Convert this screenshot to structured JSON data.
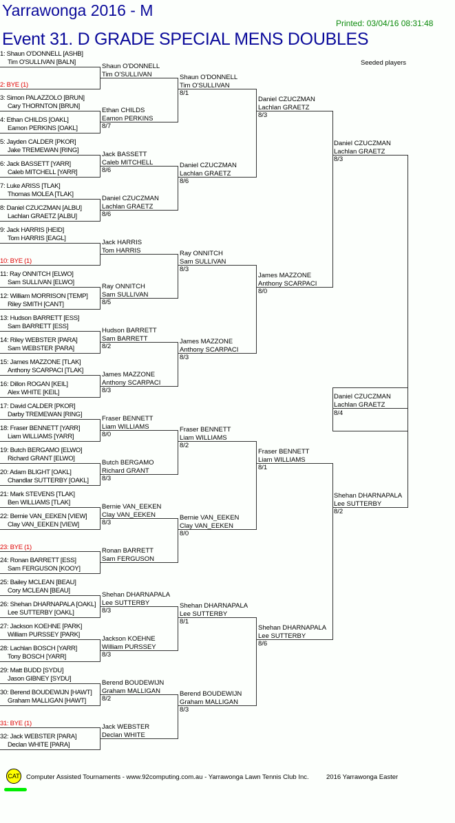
{
  "header": {
    "title": "Yarrawonga 2016 - M",
    "event": "Event 31. D GRADE SPECIAL MENS DOUBLES",
    "printed": "Printed: 03/04/16 08:31:48",
    "seeded_label": "Seeded players"
  },
  "round1": [
    {
      "n1": "1: Shaun O'DONNELL [ASHB]",
      "n2": "Tim O'SULLIVAN [BALN]"
    },
    {
      "bye": "2: BYE (1)"
    },
    {
      "n1": "3: Simon PALAZZOLO [BRUN]",
      "n2": "Cary THORNTON [BRUN]"
    },
    {
      "n1": "4: Ethan CHILDS [OAKL]",
      "n2": "Eamon PERKINS [OAKL]"
    },
    {
      "n1": "5: Jayden CALDER [PKOR]",
      "n2": "Jake TREMEWAN [RING]"
    },
    {
      "n1": "6: Jack BASSETT [YARR]",
      "n2": "Caleb MITCHELL [YARR]"
    },
    {
      "n1": "7: Luke ARISS [TLAK]",
      "n2": "Thomas MOLEA [TLAK]"
    },
    {
      "n1": "8: Daniel CZUCZMAN [ALBU]",
      "n2": "Lachlan GRAETZ [ALBU]"
    },
    {
      "n1": "9: Jack HARRIS [HEID]",
      "n2": "Tom HARRIS [EAGL]"
    },
    {
      "bye": "10: BYE (1)"
    },
    {
      "n1": "11: Ray ONNITCH [ELWO]",
      "n2": "Sam SULLIVAN [ELWO]"
    },
    {
      "n1": "12: William MORRISON [TEMP]",
      "n2": "Riley SMITH [CANT]"
    },
    {
      "n1": "13: Hudson BARRETT [ESS]",
      "n2": "Sam BARRETT [ESS]"
    },
    {
      "n1": "14: Riley WEBSTER [PARA]",
      "n2": "Sam WEBSTER [PARA]"
    },
    {
      "n1": "15: James MAZZONE [TLAK]",
      "n2": "Anthony SCARPACI [TLAK]"
    },
    {
      "n1": "16: Dillon ROGAN [KEIL]",
      "n2": "Alex WHITE [KEIL]"
    },
    {
      "n1": "17: David CALDER [PKOR]",
      "n2": "Darby TREMEWAN [RING]"
    },
    {
      "n1": "18: Fraser BENNETT [YARR]",
      "n2": "Liam WILLIAMS [YARR]"
    },
    {
      "n1": "19: Butch BERGAMO [ELWO]",
      "n2": "Richard GRANT [ELWO]"
    },
    {
      "n1": "20: Adam BLIGHT [OAKL]",
      "n2": "Chandlar SUTTERBY [OAKL]"
    },
    {
      "n1": "21: Mark STEVENS [TLAK]",
      "n2": "Ben WILLIAMS [TLAK]"
    },
    {
      "n1": "22: Bernie VAN_EEKEN [VIEW]",
      "n2": "Clay VAN_EEKEN [VIEW]"
    },
    {
      "bye": "23: BYE (1)"
    },
    {
      "n1": "24: Ronan BARRETT [ESS]",
      "n2": "Sam FERGUSON [KOOY]"
    },
    {
      "n1": "25: Bailey MCLEAN [BEAU]",
      "n2": "Cory MCLEAN [BEAU]"
    },
    {
      "n1": "26: Shehan DHARNAPALA [OAKL]",
      "n2": "Lee SUTTERBY [OAKL]"
    },
    {
      "n1": "27: Jackson KOEHNE [PARK]",
      "n2": "William PURSSEY [PARK]"
    },
    {
      "n1": "28: Lachlan BOSCH [YARR]",
      "n2": "Tony BOSCH [YARR]"
    },
    {
      "n1": "29: Matt BUDD [SYDU]",
      "n2": "Jason GIBNEY [SYDU]"
    },
    {
      "n1": "30: Berend BOUDEWIJN [HAWT]",
      "n2": "Graham MALLIGAN [HAWT]"
    },
    {
      "bye": "31: BYE (1)"
    },
    {
      "n1": "32: Jack WEBSTER [PARA]",
      "n2": "Declan WHITE [PARA]"
    }
  ],
  "rounds": [
    [
      {
        "n1": "Shaun O'DONNELL",
        "n2": "Tim O'SULLIVAN",
        "s": ""
      },
      {
        "n1": "Ethan CHILDS",
        "n2": "Eamon PERKINS",
        "s": "8/7"
      },
      {
        "n1": "Jack BASSETT",
        "n2": "Caleb MITCHELL",
        "s": "8/6"
      },
      {
        "n1": "Daniel CZUCZMAN",
        "n2": "Lachlan GRAETZ",
        "s": "8/6"
      },
      {
        "n1": "Jack HARRIS",
        "n2": "Tom HARRIS",
        "s": ""
      },
      {
        "n1": "Ray ONNITCH",
        "n2": "Sam SULLIVAN",
        "s": "8/5"
      },
      {
        "n1": "Hudson BARRETT",
        "n2": "Sam BARRETT",
        "s": "8/2"
      },
      {
        "n1": "James MAZZONE",
        "n2": "Anthony SCARPACI",
        "s": "8/3"
      },
      {
        "n1": "Fraser BENNETT",
        "n2": "Liam WILLIAMS",
        "s": "8/0"
      },
      {
        "n1": "Butch BERGAMO",
        "n2": "Richard GRANT",
        "s": "8/3"
      },
      {
        "n1": "Bernie VAN_EEKEN",
        "n2": "Clay VAN_EEKEN",
        "s": "8/3"
      },
      {
        "n1": "Ronan BARRETT",
        "n2": "Sam FERGUSON",
        "s": ""
      },
      {
        "n1": "Shehan DHARNAPALA",
        "n2": "Lee SUTTERBY",
        "s": "8/3"
      },
      {
        "n1": "Jackson KOEHNE",
        "n2": "William PURSSEY",
        "s": "8/3"
      },
      {
        "n1": "Berend BOUDEWIJN",
        "n2": "Graham MALLIGAN",
        "s": "8/2"
      },
      {
        "n1": "Jack WEBSTER",
        "n2": "Declan WHITE",
        "s": ""
      }
    ],
    [
      {
        "n1": "Shaun O'DONNELL",
        "n2": "Tim O'SULLIVAN",
        "s": "8/1"
      },
      {
        "n1": "Daniel CZUCZMAN",
        "n2": "Lachlan GRAETZ",
        "s": "8/6"
      },
      {
        "n1": "Ray ONNITCH",
        "n2": "Sam SULLIVAN",
        "s": "8/3"
      },
      {
        "n1": "James MAZZONE",
        "n2": "Anthony SCARPACI",
        "s": "8/3"
      },
      {
        "n1": "Fraser BENNETT",
        "n2": "Liam WILLIAMS",
        "s": "8/2"
      },
      {
        "n1": "Bernie VAN_EEKEN",
        "n2": "Clay VAN_EEKEN",
        "s": "8/0"
      },
      {
        "n1": "Shehan DHARNAPALA",
        "n2": "Lee SUTTERBY",
        "s": "8/1"
      },
      {
        "n1": "Berend BOUDEWIJN",
        "n2": "Graham MALLIGAN",
        "s": "8/3"
      }
    ],
    [
      {
        "n1": "Daniel CZUCZMAN",
        "n2": "Lachlan GRAETZ",
        "s": "8/3"
      },
      {
        "n1": "James MAZZONE",
        "n2": "Anthony SCARPACI",
        "s": "8/0"
      },
      {
        "n1": "Fraser BENNETT",
        "n2": "Liam WILLIAMS",
        "s": "8/1"
      },
      {
        "n1": "Shehan DHARNAPALA",
        "n2": "Lee SUTTERBY",
        "s": "8/6"
      }
    ],
    [
      {
        "n1": "Daniel CZUCZMAN",
        "n2": "Lachlan GRAETZ",
        "s": "8/3"
      },
      {
        "n1": "Shehan DHARNAPALA",
        "n2": "Lee SUTTERBY",
        "s": "8/2"
      }
    ]
  ],
  "final": {
    "n1": "Daniel CZUCZMAN",
    "n2": "Lachlan GRAETZ",
    "s": "8/4"
  },
  "footer": {
    "logo_text": "CAT",
    "text": "Computer Assisted Tournaments - www.92computing.com.au -  Yarrawonga Lawn Tennis Club Inc.",
    "event_name": "2016 Yarrawonga Easter"
  },
  "colors": {
    "title": "#0a0a9a",
    "printed": "#0b8a0b",
    "bye": "#e00000",
    "logo": "#ffff00",
    "logo_bar": "#00ee00"
  }
}
